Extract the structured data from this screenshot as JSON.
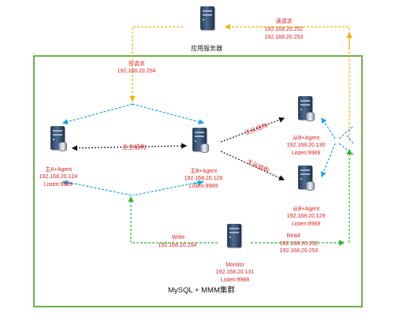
{
  "app_server": {
    "label": "应用服务器"
  },
  "write_request": {
    "title": "写请求",
    "ip": "192.168.20.254"
  },
  "read_request": {
    "title": "读请求",
    "ip1": "192.168.20.252",
    "ip2": "192.168.20.253"
  },
  "master_a": {
    "name": "主A+Agent",
    "ip": "192.168.20.124",
    "listen": "Listen:9989"
  },
  "master_b": {
    "name": "主B+Agent",
    "ip": "192.168.20.128",
    "listen": "Listen:9989"
  },
  "slave_1": {
    "name": "从B+Agent",
    "ip": "192.168.20.130",
    "listen": "Listen:9989"
  },
  "slave_2": {
    "name": "从B+Agent",
    "ip": "192.168.20.129",
    "listen": "Listen:9989"
  },
  "monitor": {
    "name": "Monitor",
    "ip": "192.168.20.131",
    "listen": "Listen:9988"
  },
  "links": {
    "master_master": "主主结构",
    "master_slave_top": "主从结构",
    "master_slave_bottom": "主从结构"
  },
  "monitor_write": {
    "title": "Write",
    "ip": "192.168.20.254"
  },
  "monitor_read": {
    "title": "Read",
    "ip1": "192.168.20.252",
    "ip2": "192.168.20.253"
  },
  "cluster": {
    "title": "MySQL + MMM集群"
  },
  "colors": {
    "write": "#f0b400",
    "blue": "#1fa3e6",
    "green": "#2eb82e",
    "black": "#111111",
    "border": "#6ab04c",
    "label": "#e02020"
  }
}
